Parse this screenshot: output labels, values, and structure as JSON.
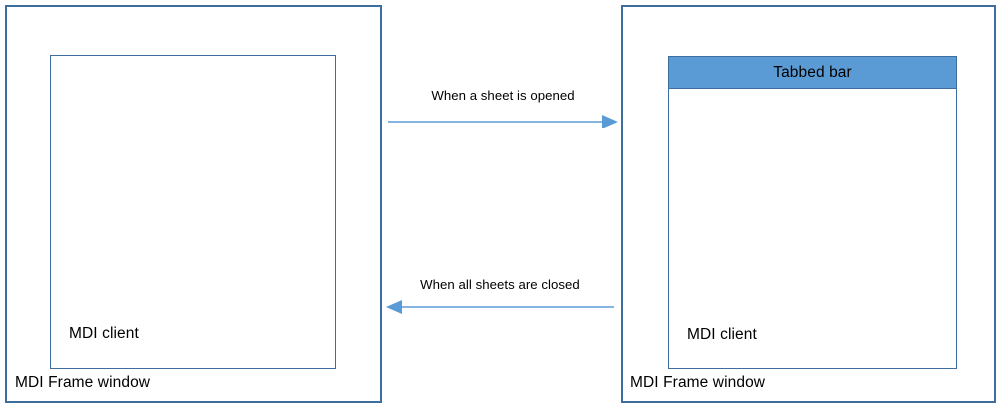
{
  "diagram": {
    "left_state": {
      "frame_label": "MDI Frame window",
      "client_label": "MDI client",
      "has_tabbed_bar": false
    },
    "right_state": {
      "frame_label": "MDI Frame window",
      "client_label": "MDI client",
      "tabbed_bar_label": "Tabbed bar",
      "has_tabbed_bar": true
    },
    "transitions": {
      "forward_label": "When a sheet is opened",
      "backward_label": "When all sheets are closed"
    },
    "colors": {
      "frame_border": "#3E6E9E",
      "client_border": "#3E6E9E",
      "tabbed_bar_fill": "#5B9BD5",
      "tabbed_bar_border": "#3E6E9E",
      "arrow": "#5B9BD5",
      "background": "#FFFFFF",
      "text": "#000000"
    }
  }
}
